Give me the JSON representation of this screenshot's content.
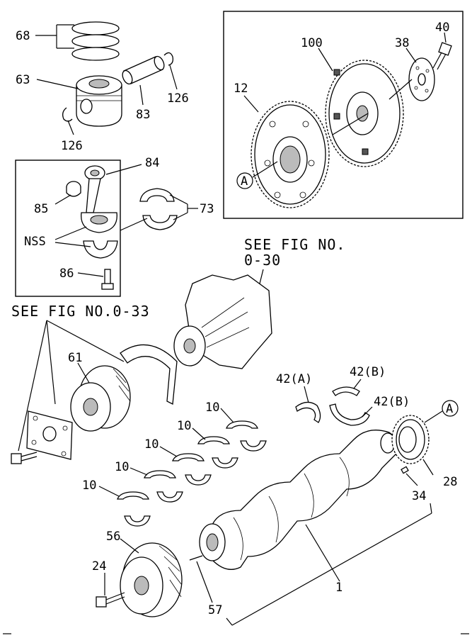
{
  "labels": {
    "l68": "68",
    "l63": "63",
    "l83": "83",
    "l126a": "126",
    "l126b": "126",
    "l84": "84",
    "l85": "85",
    "l73": "73",
    "lnss": "NSS",
    "l86": "86",
    "l40": "40",
    "l100": "100",
    "l38": "38",
    "l12": "12",
    "lA1": "A",
    "lA2": "A",
    "l61": "61",
    "l42a": "42(A)",
    "l42b1": "42(B)",
    "l42b2": "42(B)",
    "l10a": "10",
    "l10b": "10",
    "l10c": "10",
    "l10d": "10",
    "l10e": "10",
    "l28": "28",
    "l34": "34",
    "l56": "56",
    "l24": "24",
    "l57": "57",
    "l1": "1"
  },
  "references": {
    "see_fig_top_line1": "SEE FIG NO.",
    "see_fig_top_line2": "0-30",
    "see_fig_left": "SEE FIG NO.0-33"
  }
}
